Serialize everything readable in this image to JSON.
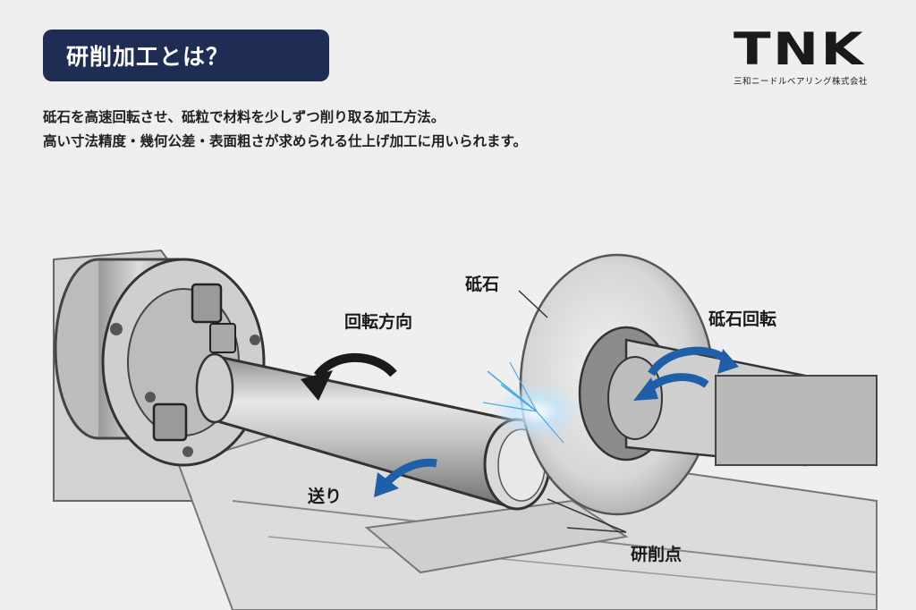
{
  "header": {
    "title": "研削加工とは？"
  },
  "logo": {
    "mark": "TNK",
    "company": "三和ニードルベアリング株式会社"
  },
  "description": {
    "line1": "砥石を高速回転させ、砥粒で材料を少しずつ削り取る加工方法。",
    "line2": "高い寸法精度・幾何公差・表面粗さが求められる仕上げ加工に用いられます。"
  },
  "labels": {
    "wheel": "砥石",
    "workpiece_rotation": "回転方向",
    "wheel_rotation": "砥石回転",
    "feed": "送り",
    "grinding_point": "研削点"
  },
  "colors": {
    "title_bg": "#1f2d55",
    "arrow_blue": "#1f5fa8",
    "arrow_black": "#1a1a1a"
  }
}
